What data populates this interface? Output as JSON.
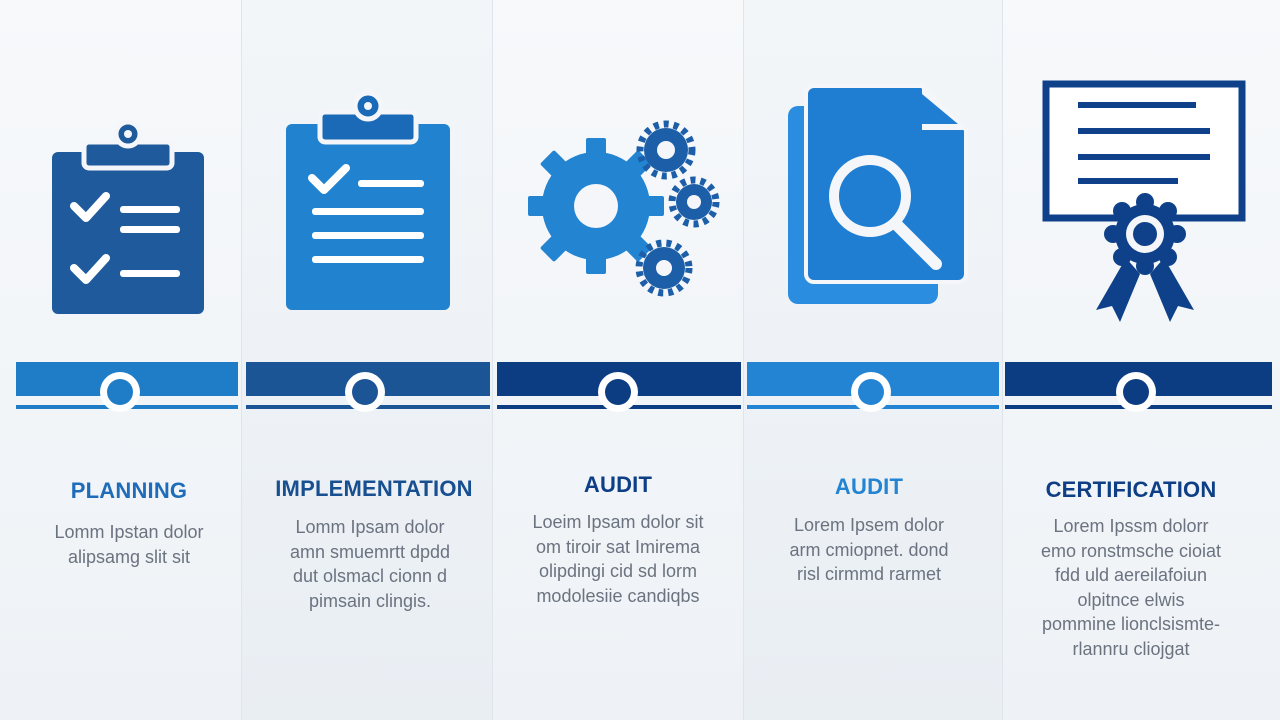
{
  "colors": {
    "dark": "#1e4e8e",
    "mid": "#1f6fc0",
    "light": "#2390d8",
    "navy": "#0e3c7e",
    "text": "#6b7380"
  },
  "stages": [
    {
      "icon": "clipboard-checklist-icon",
      "title": "PLANNING",
      "lines": [
        "Lomm Ipstan dolor",
        "alipsamg slit sit"
      ]
    },
    {
      "icon": "clipboard-list-icon",
      "title": "IMPLEMENTATION",
      "lines": [
        "Lomm Ipsam dolor",
        "amn smuemrtt dpdd",
        "dut olsmacl cionn d",
        "pimsain clingis."
      ]
    },
    {
      "icon": "gears-icon",
      "title": "AUDIT",
      "lines": [
        "Loeim Ipsam dolor sit",
        "om tiroir sat Imirema",
        "olipdingi cid sd lorm",
        "modolesiie candiqbs"
      ]
    },
    {
      "icon": "document-search-icon",
      "title": "AUDIT",
      "lines": [
        "Lorem Ipsem dolor",
        "arm cmiopnet. dond",
        "risl cirmmd rarmet"
      ]
    },
    {
      "icon": "certificate-ribbon-icon",
      "title": "CERTIFICATION",
      "lines": [
        "Lorem Ipssm dolorr",
        "emo ronstmsche cioiat",
        "fdd uld aereilafoiun",
        "olpitnce elwis",
        "pommine lionclsismte-",
        "rlannru cliojgat"
      ]
    }
  ]
}
